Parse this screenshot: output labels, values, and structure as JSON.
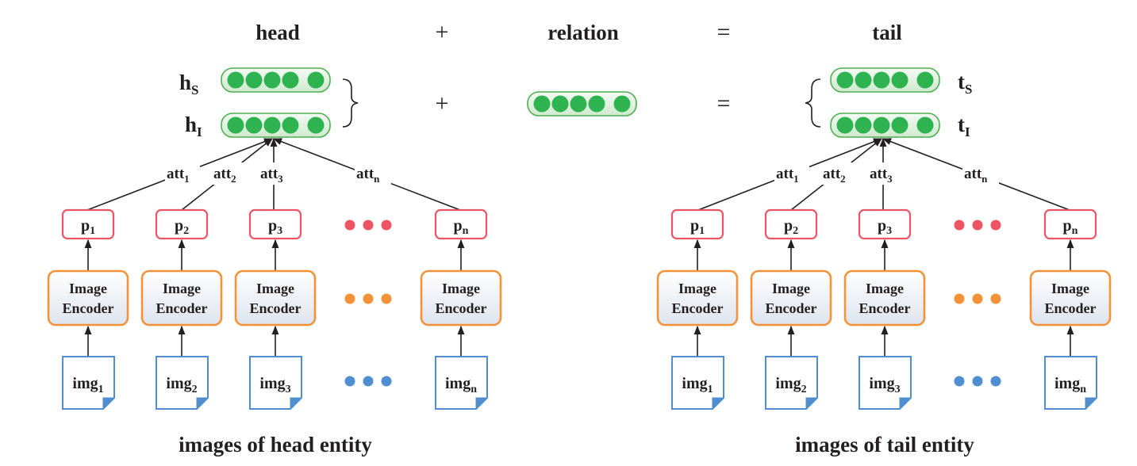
{
  "header": {
    "head": "head",
    "plus": "+",
    "relation": "relation",
    "equals": "=",
    "tail": "tail"
  },
  "middle": {
    "plus": "+",
    "equals": "="
  },
  "head_side": {
    "vec_structure": {
      "main": "h",
      "sub": "S"
    },
    "vec_image": {
      "main": "h",
      "sub": "I"
    },
    "attentions": [
      {
        "main": "att",
        "sub": "1"
      },
      {
        "main": "att",
        "sub": "2"
      },
      {
        "main": "att",
        "sub": "3"
      },
      {
        "main": "att",
        "sub": "n"
      }
    ],
    "projections": [
      {
        "main": "p",
        "sub": "1"
      },
      {
        "main": "p",
        "sub": "2"
      },
      {
        "main": "p",
        "sub": "3"
      },
      {
        "main": "p",
        "sub": "n"
      }
    ],
    "encoder_line1": "Image",
    "encoder_line2": "Encoder",
    "images": [
      {
        "main": "img",
        "sub": "1"
      },
      {
        "main": "img",
        "sub": "2"
      },
      {
        "main": "img",
        "sub": "3"
      },
      {
        "main": "img",
        "sub": "n"
      }
    ],
    "caption": "images of head entity"
  },
  "tail_side": {
    "vec_structure": {
      "main": "t",
      "sub": "S"
    },
    "vec_image": {
      "main": "t",
      "sub": "I"
    },
    "attentions": [
      {
        "main": "att",
        "sub": "1"
      },
      {
        "main": "att",
        "sub": "2"
      },
      {
        "main": "att",
        "sub": "3"
      },
      {
        "main": "att",
        "sub": "n"
      }
    ],
    "projections": [
      {
        "main": "p",
        "sub": "1"
      },
      {
        "main": "p",
        "sub": "2"
      },
      {
        "main": "p",
        "sub": "3"
      },
      {
        "main": "p",
        "sub": "n"
      }
    ],
    "encoder_line1": "Image",
    "encoder_line2": "Encoder",
    "images": [
      {
        "main": "img",
        "sub": "1"
      },
      {
        "main": "img",
        "sub": "2"
      },
      {
        "main": "img",
        "sub": "3"
      },
      {
        "main": "img",
        "sub": "n"
      }
    ],
    "caption": "images of tail entity"
  },
  "colors": {
    "vector_dot": "#2fb350",
    "projection_border": "#ed5463",
    "encoder_border": "#f39237",
    "image_border": "#4f8fd0",
    "ellipsis_projection": "#ed5463",
    "ellipsis_encoder": "#f39237",
    "ellipsis_image": "#4f8fd0"
  },
  "icons": {
    "image_file": "document-icon",
    "vector": "embedding-vector-icon",
    "ellipsis": "ellipsis-dots-icon",
    "brace": "curly-brace-icon"
  }
}
